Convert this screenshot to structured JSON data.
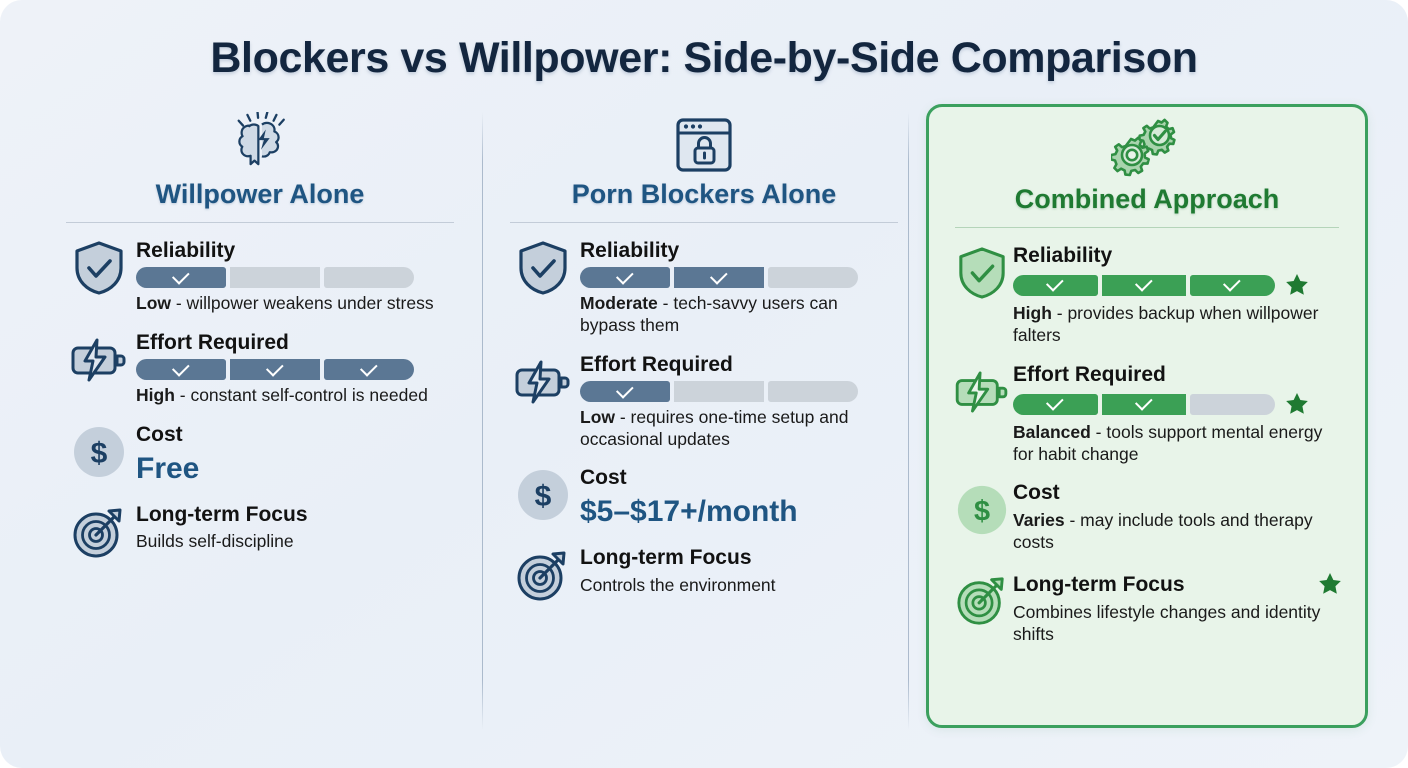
{
  "title": "Blockers vs Willpower: Side-by-Side Comparison",
  "theme": {
    "page_bg": "#eef2f8",
    "title_color": "#13263f",
    "blue_accent": "#1f5582",
    "green_accent": "#1f7a32",
    "meter_fill_blue": "#5b7794",
    "meter_fill_green": "#3ba055",
    "meter_empty": "#ccd3da",
    "card_border": "#3ba05e",
    "card_bg": "#e8f4e9",
    "star_color": "#1f7a32"
  },
  "columns": [
    {
      "id": "willpower-alone",
      "heading": "Willpower Alone",
      "icon": "brain-icon",
      "highlighted": false,
      "rows": [
        {
          "label": "Reliability",
          "icon": "shield-check-icon",
          "filled": 1,
          "total": 3,
          "star": false,
          "desc_bold": "Low",
          "desc_rest": " - willpower weakens under stress"
        },
        {
          "label": "Effort Required",
          "icon": "battery-bolt-icon",
          "filled": 3,
          "total": 3,
          "star": false,
          "desc_bold": "High",
          "desc_rest": " - constant self-control is needed"
        },
        {
          "label": "Cost",
          "icon": "dollar-circle-icon",
          "value": "Free",
          "star": false
        },
        {
          "label": "Long-term Focus",
          "icon": "target-arrow-icon",
          "desc_bold": "",
          "desc_rest": "Builds self-discipline",
          "star": false
        }
      ]
    },
    {
      "id": "porn-blockers-alone",
      "heading": "Porn Blockers Alone",
      "icon": "browser-lock-icon",
      "highlighted": false,
      "rows": [
        {
          "label": "Reliability",
          "icon": "shield-check-icon",
          "filled": 2,
          "total": 3,
          "star": false,
          "desc_bold": "Moderate",
          "desc_rest": " - tech-savvy users can bypass them"
        },
        {
          "label": "Effort Required",
          "icon": "battery-bolt-icon",
          "filled": 1,
          "total": 3,
          "star": false,
          "desc_bold": "Low",
          "desc_rest": " - requires one-time setup and occasional updates"
        },
        {
          "label": "Cost",
          "icon": "dollar-circle-icon",
          "value": "$5–$17+/month",
          "star": false
        },
        {
          "label": "Long-term Focus",
          "icon": "target-arrow-icon",
          "desc_bold": "",
          "desc_rest": "Controls the environment",
          "star": false
        }
      ]
    },
    {
      "id": "combined-approach",
      "heading": "Combined Approach",
      "icon": "gears-check-icon",
      "highlighted": true,
      "rows": [
        {
          "label": "Reliability",
          "icon": "shield-check-icon",
          "filled": 3,
          "total": 3,
          "star": true,
          "desc_bold": "High",
          "desc_rest": " - provides backup when willpower falters"
        },
        {
          "label": "Effort Required",
          "icon": "battery-bolt-icon",
          "filled": 2,
          "total": 3,
          "star": true,
          "desc_bold": "Balanced",
          "desc_rest": " - tools support mental energy for habit change"
        },
        {
          "label": "Cost",
          "icon": "dollar-circle-icon",
          "star": false,
          "desc_bold": "Varies",
          "desc_rest": " - may include tools and therapy costs"
        },
        {
          "label": "Long-term Focus",
          "icon": "target-arrow-icon",
          "star": true,
          "desc_bold": "",
          "desc_rest": "Combines lifestyle changes and identity shifts"
        }
      ]
    }
  ]
}
